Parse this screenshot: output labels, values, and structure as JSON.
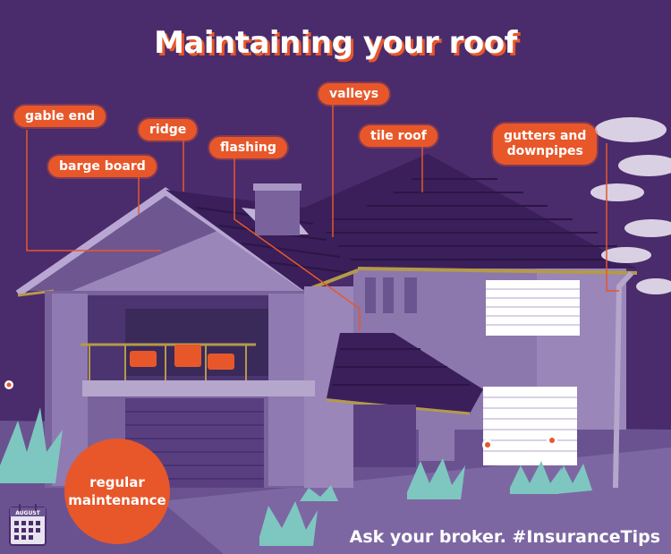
{
  "title": "Maintaining your roof",
  "labels": {
    "gable_end": "gable end",
    "barge_board": "barge board",
    "ridge": "ridge",
    "flashing": "flashing",
    "valleys": "valleys",
    "tile_roof": "tile roof",
    "gutters_line1": "gutters and",
    "gutters_line2": "downpipes"
  },
  "maintenance": {
    "line1": "regular",
    "line2": "maintenance"
  },
  "calendar": {
    "month": "AUGUST"
  },
  "footer": {
    "tagline": "Ask your broker. #InsuranceTips"
  },
  "colors": {
    "background": "#4a2b6b",
    "accent_orange": "#e8572a",
    "roof": "#3a1f5a",
    "wall_light": "#9a86b8",
    "wall_mid": "#7a639c",
    "trim_gold": "#b49a4a",
    "plant": "#7ec7c0",
    "text_white": "#ffffff"
  }
}
